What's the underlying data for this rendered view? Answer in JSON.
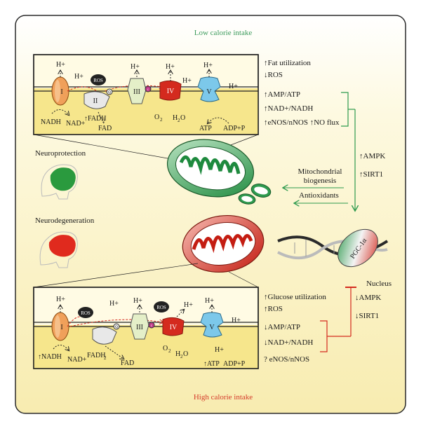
{
  "titles": {
    "top": "Low calorie intake",
    "bottom": "High calorie intake",
    "top_color": "#3a9a5a",
    "bottom_color": "#d43a2a"
  },
  "complexes": [
    "I",
    "II",
    "III",
    "IV",
    "V"
  ],
  "etc_labels": {
    "h_plus": "H+",
    "ros": "ROS",
    "q": "Q",
    "c": "c",
    "nadh": "NADH",
    "nad": "NAD+",
    "fadh2_top": "↑FADH",
    "fadh2_bottom": "FADH",
    "sub2": "2",
    "fad": "FAD",
    "o2": "O",
    "h2o": "H",
    "h2o_tail": "O",
    "atp": "ATP",
    "adp": "ADP+P",
    "nadh_up": "↑NADH",
    "atp_up": "↑ATP"
  },
  "low_effects": [
    "↑Fat utilization",
    "↓ROS",
    "↑AMP/ATP",
    "↑NAD+/NADH",
    "↑eNOS/nNOS ↑NO flux"
  ],
  "high_effects": [
    "↑Glucose utilization",
    "↑ROS",
    "↓AMP/ATP",
    "↓NAD+/NADH",
    "? eNOS/nNOS"
  ],
  "low_signals": [
    "↑AMPK",
    "↑SIRT1"
  ],
  "high_signals": [
    "↓AMPK",
    "↓SIRT1"
  ],
  "outcomes": {
    "mito_biogenesis_1": "Mitochondrial",
    "mito_biogenesis_2": "biogenesis",
    "antioxidants": "Antioxidants",
    "neuroprotection": "Neuroprotection",
    "neurodegeneration": "Neurodegeneration",
    "nucleus": "Nucleus",
    "pgc": "PGC-1α"
  },
  "colors": {
    "green": "#2e9a4e",
    "red": "#d42a1e",
    "background": "#fbf5cc",
    "membrane": "#f4e27a"
  }
}
